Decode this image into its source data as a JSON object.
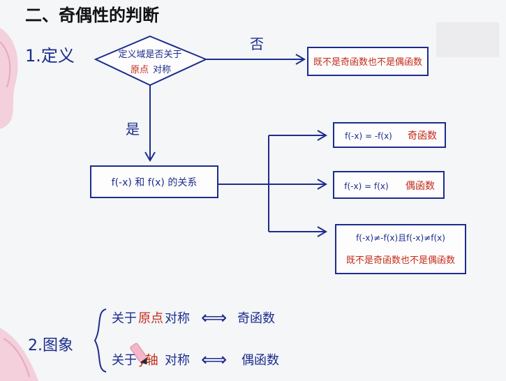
{
  "title": "二、奇偶性的判断",
  "section1": {
    "label": "1.定义"
  },
  "diamond": {
    "line1": "定义域是否关于",
    "line2_red": "原点",
    "line2_blue": "对称"
  },
  "branch_no": "否",
  "branch_yes": "是",
  "result_neither": "既不是奇函数也不是偶函数",
  "relation_box": {
    "text": "f(-x) 和 f(x) 的关系"
  },
  "odd_box": {
    "formula": "f(-x) = -f(x)",
    "result": "奇函数"
  },
  "even_box": {
    "formula": "f(-x) = f(x)",
    "result": "偶函数"
  },
  "neither_box": {
    "formula": "f(-x)≠-f(x)且f(-x)≠f(x)",
    "result": "既不是奇函数也不是偶函数"
  },
  "section2": {
    "label": "2.图象",
    "row1": {
      "prefix": "关于",
      "highlight": "原点",
      "suffix": "对称",
      "result": "奇函数"
    },
    "row2": {
      "prefix": "关于",
      "highlight": "y轴",
      "suffix": "对称",
      "result": "偶函数"
    }
  },
  "iff": "⟺"
}
